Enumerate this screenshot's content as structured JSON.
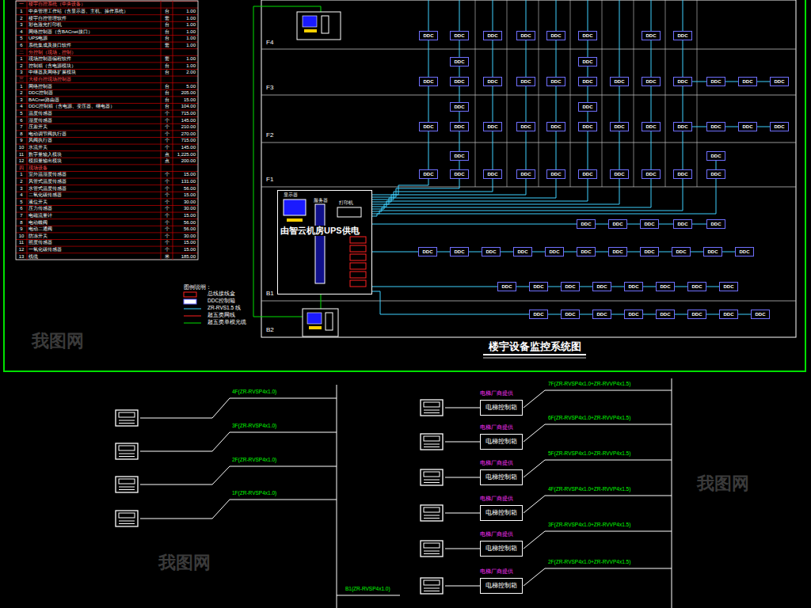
{
  "diagram": {
    "title": "楼宇设备监控系统图",
    "nodes": [
      {
        "text": [
          "DDC"
        ]
      },
      {
        "text": [
          "DDC"
        ]
      },
      {
        "text": [
          "DDC"
        ]
      },
      {
        "text": [
          "DDC"
        ]
      },
      {
        "text": [
          "DDC"
        ]
      },
      {
        "text": [
          "DDC"
        ]
      },
      {
        "text": [
          "DDC"
        ]
      },
      {
        "text": [
          "DDC"
        ]
      },
      {
        "text": [
          "DDC"
        ]
      },
      {
        "text": [
          "DDC"
        ]
      },
      {
        "text": [
          "DDC"
        ]
      },
      {
        "text": [
          "DDC"
        ]
      },
      {
        "text": [
          "DDC"
        ]
      },
      {
        "text": [
          "DDC"
        ]
      },
      {
        "text": [
          "DDC"
        ]
      },
      {
        "text": [
          "DDC"
        ]
      },
      {
        "text": [
          "DDC"
        ]
      },
      {
        "text": [
          "DDC"
        ]
      },
      {
        "text": [
          "DDC"
        ]
      },
      {
        "text": [
          "DDC"
        ]
      },
      {
        "text": [
          "DDC"
        ]
      },
      {
        "text": [
          "DDC"
        ]
      },
      {
        "text": [
          "DDC"
        ]
      },
      {
        "text": [
          "DDC"
        ]
      },
      {
        "text": [
          "DDC"
        ]
      },
      {
        "text": [
          "DDC"
        ]
      },
      {
        "text": [
          "DDC"
        ]
      },
      {
        "text": [
          "DDC"
        ]
      },
      {
        "text": [
          "DDC"
        ]
      },
      {
        "text": [
          "DDC"
        ]
      },
      {
        "text": [
          "DDC"
        ]
      },
      {
        "text": [
          "DDC"
        ]
      },
      {
        "text": [
          "DDC"
        ]
      },
      {
        "text": [
          "DDC"
        ]
      },
      {
        "text": [
          "DDC"
        ]
      },
      {
        "text": [
          "DDC"
        ]
      },
      {
        "text": [
          "DDC"
        ]
      },
      {
        "text": [
          "DDC"
        ]
      },
      {
        "text": [
          "DDC"
        ]
      },
      {
        "text": [
          "DDC"
        ]
      },
      {
        "text": [
          "DDC"
        ]
      },
      {
        "text": [
          "DDC"
        ]
      },
      {
        "text": [
          "DDC"
        ]
      },
      {
        "text": [
          "DDC"
        ]
      },
      {
        "text": [
          "DDC"
        ]
      },
      {
        "text": [
          "DDC"
        ]
      },
      {
        "text": [
          "DDC"
        ]
      },
      {
        "text": [
          "DDC"
        ]
      },
      {
        "text": [
          "由智云机房UPS供电"
        ]
      },
      {
        "text": [
          "DDC"
        ]
      },
      {
        "text": [
          "DDC"
        ]
      },
      {
        "text": [
          "DDC"
        ]
      },
      {
        "text": [
          "DDC"
        ]
      },
      {
        "text": [
          "DDC"
        ]
      },
      {
        "text": [
          "DDC"
        ]
      },
      {
        "text": [
          "DDC"
        ]
      },
      {
        "text": [
          "DDC"
        ]
      },
      {
        "text": [
          "DDC"
        ]
      },
      {
        "text": [
          "DDC"
        ]
      },
      {
        "text": [
          "DDC"
        ]
      },
      {
        "text": [
          "DDC"
        ]
      },
      {
        "text": [
          "DDC"
        ]
      },
      {
        "text": [
          "DDC"
        ]
      },
      {
        "text": [
          "DDC"
        ]
      },
      {
        "text": [
          "DDC"
        ]
      },
      {
        "text": [
          "DDC"
        ]
      },
      {
        "text": [
          "DDC"
        ]
      },
      {
        "text": [
          "DDC"
        ]
      },
      {
        "text": [
          "DDC"
        ]
      },
      {
        "text": [
          "DDC"
        ]
      },
      {
        "text": [
          "DDC"
        ]
      },
      {
        "text": [
          "DDC"
        ]
      },
      {
        "text": [
          "DDC"
        ]
      },
      {
        "text": [
          "DDC"
        ]
      },
      {
        "text": [
          "DDC"
        ]
      },
      {
        "text": [
          "DDC"
        ]
      },
      {
        "text": [
          "DDC"
        ]
      },
      {
        "text": [
          "DDC"
        ]
      },
      {
        "text": [
          "DDC"
        ]
      },
      {
        "text": [
          "DDC"
        ]
      },
      {
        "text": [
          "DDC"
        ]
      },
      {
        "text": [
          "电梯厂商提供",
          "电梯控制箱"
        ]
      },
      {
        "text": [
          "电梯厂商提供",
          "电梯控制箱"
        ]
      },
      {
        "text": [
          "电梯厂商提供",
          "电梯控制箱"
        ]
      },
      {
        "text": [
          "电梯厂商提供",
          "电梯控制箱"
        ]
      },
      {
        "text": [
          "电梯厂商提供",
          "电梯控制箱"
        ]
      },
      {
        "text": [
          "电梯厂商提供",
          "电梯控制箱"
        ]
      }
    ],
    "edges": [
      {
        "from": 0,
        "to": 10,
        "arrow": "none"
      },
      {
        "from": 10,
        "to": 24,
        "arrow": "none"
      },
      {
        "from": 24,
        "to": 38,
        "arrow": "none"
      },
      {
        "from": 1,
        "to": 8,
        "arrow": "none"
      },
      {
        "from": 8,
        "to": 11,
        "arrow": "none"
      },
      {
        "from": 11,
        "to": 22,
        "arrow": "none"
      },
      {
        "from": 22,
        "to": 25,
        "arrow": "none"
      },
      {
        "from": 25,
        "to": 36,
        "arrow": "none"
      },
      {
        "from": 36,
        "to": 39,
        "arrow": "none"
      },
      {
        "from": 2,
        "to": 12,
        "arrow": "none"
      },
      {
        "from": 12,
        "to": 26,
        "arrow": "none"
      },
      {
        "from": 26,
        "to": 40,
        "arrow": "none"
      },
      {
        "from": 3,
        "to": 13,
        "arrow": "none"
      },
      {
        "from": 13,
        "to": 27,
        "arrow": "none"
      },
      {
        "from": 27,
        "to": 41,
        "arrow": "none"
      },
      {
        "from": 4,
        "to": 14,
        "arrow": "none"
      },
      {
        "from": 14,
        "to": 28,
        "arrow": "none"
      },
      {
        "from": 28,
        "to": 42,
        "arrow": "none"
      },
      {
        "from": 5,
        "to": 9,
        "arrow": "none"
      },
      {
        "from": 9,
        "to": 15,
        "arrow": "none"
      },
      {
        "from": 15,
        "to": 23,
        "arrow": "none"
      },
      {
        "from": 23,
        "to": 29,
        "arrow": "none"
      },
      {
        "from": 29,
        "to": 43,
        "arrow": "none"
      },
      {
        "from": 16,
        "to": 30,
        "arrow": "none"
      },
      {
        "from": 30,
        "to": 44,
        "arrow": "none"
      },
      {
        "from": 6,
        "to": 17,
        "arrow": "none"
      },
      {
        "from": 17,
        "to": 31,
        "arrow": "none"
      },
      {
        "from": 31,
        "to": 45,
        "arrow": "none"
      },
      {
        "from": 7,
        "to": 18,
        "arrow": "none"
      },
      {
        "from": 18,
        "to": 32,
        "arrow": "none"
      },
      {
        "from": 32,
        "to": 46,
        "arrow": "none"
      },
      {
        "from": 37,
        "to": 47,
        "arrow": "none"
      },
      {
        "from": 18,
        "to": 19,
        "arrow": "none"
      },
      {
        "from": 19,
        "to": 20,
        "arrow": "none"
      },
      {
        "from": 20,
        "to": 21,
        "arrow": "none"
      },
      {
        "from": 32,
        "to": 33,
        "arrow": "none"
      },
      {
        "from": 33,
        "to": 34,
        "arrow": "none"
      },
      {
        "from": 34,
        "to": 35,
        "arrow": "none"
      },
      {
        "from": 48,
        "to": 38,
        "arrow": "none"
      },
      {
        "from": 48,
        "to": 39,
        "arrow": "none"
      },
      {
        "from": 48,
        "to": 40,
        "arrow": "none"
      },
      {
        "from": 48,
        "to": 41,
        "arrow": "none"
      },
      {
        "from": 48,
        "to": 42,
        "arrow": "none"
      },
      {
        "from": 48,
        "to": 43,
        "arrow": "none"
      },
      {
        "from": 48,
        "to": 44,
        "arrow": "none"
      },
      {
        "from": 48,
        "to": 45,
        "arrow": "none"
      },
      {
        "from": 48,
        "to": 46,
        "arrow": "none"
      },
      {
        "from": 48,
        "to": 47,
        "arrow": "none"
      },
      {
        "from": 48,
        "to": 49,
        "arrow": "none"
      },
      {
        "from": 49,
        "to": 50,
        "arrow": "none"
      },
      {
        "from": 50,
        "to": 51,
        "arrow": "none"
      },
      {
        "from": 51,
        "to": 52,
        "arrow": "none"
      },
      {
        "from": 52,
        "to": 53,
        "arrow": "none"
      },
      {
        "from": 48,
        "to": 54,
        "arrow": "none"
      },
      {
        "from": 54,
        "to": 55,
        "arrow": "none"
      },
      {
        "from": 55,
        "to": 56,
        "arrow": "none"
      },
      {
        "from": 56,
        "to": 57,
        "arrow": "none"
      },
      {
        "from": 57,
        "to": 58,
        "arrow": "none"
      },
      {
        "from": 58,
        "to": 59,
        "arrow": "none"
      },
      {
        "from": 59,
        "to": 60,
        "arrow": "none"
      },
      {
        "from": 60,
        "to": 61,
        "arrow": "none"
      },
      {
        "from": 61,
        "to": 62,
        "arrow": "none"
      },
      {
        "from": 62,
        "to": 63,
        "arrow": "none"
      },
      {
        "from": 63,
        "to": 64,
        "arrow": "none"
      },
      {
        "from": 48,
        "to": 65,
        "arrow": "none"
      },
      {
        "from": 65,
        "to": 66,
        "arrow": "none"
      },
      {
        "from": 66,
        "to": 67,
        "arrow": "none"
      },
      {
        "from": 67,
        "to": 68,
        "arrow": "none"
      },
      {
        "from": 68,
        "to": 69,
        "arrow": "none"
      },
      {
        "from": 69,
        "to": 70,
        "arrow": "none"
      },
      {
        "from": 70,
        "to": 71,
        "arrow": "none"
      },
      {
        "from": 71,
        "to": 72,
        "arrow": "none"
      },
      {
        "from": 48,
        "to": 73,
        "arrow": "none"
      },
      {
        "from": 73,
        "to": 74,
        "arrow": "none"
      },
      {
        "from": 74,
        "to": 75,
        "arrow": "none"
      },
      {
        "from": 75,
        "to": 76,
        "arrow": "none"
      },
      {
        "from": 76,
        "to": 77,
        "arrow": "none"
      },
      {
        "from": 77,
        "to": 78,
        "arrow": "none"
      },
      {
        "from": 78,
        "to": 79,
        "arrow": "none"
      },
      {
        "from": 79,
        "to": 80,
        "arrow": "none"
      }
    ],
    "labels": [
      "F4",
      "F3",
      "F2",
      "F1",
      "B1",
      "B2",
      "显示器",
      "服务器",
      "打印机",
      "图例说明：",
      "一",
      "楼宇自控系统（中央设备）",
      "1",
      "中央管理工作站（含显示器、主机、操作系统）",
      "台",
      "1.00",
      "2",
      "楼宇自控管理软件",
      "套",
      "1.00",
      "3",
      "彩色激光打印机",
      "台",
      "1.00",
      "4",
      "网络控制器（含BACnet接口）",
      "台",
      "1.00",
      "5",
      "UPS电源",
      "台",
      "1.00",
      "6",
      "系统集成及接口软件",
      "套",
      "1.00",
      "二",
      "分控制（现场，控制）",
      "1",
      "现场控制器编程软件",
      "套",
      "1.00",
      "2",
      "控制箱（含电源模块）",
      "台",
      "1.00",
      "3",
      "中继器及网络扩展模块",
      "台",
      "2.00",
      "三",
      "大楼自控现场控制器",
      "1",
      "网络控制器",
      "台",
      "5.00",
      "2",
      "DDC控制器",
      "台",
      "205.00",
      "3",
      "BACnet路由器",
      "台",
      "15.00",
      "4",
      "DDC控制箱（含电源、变压器、继电器）",
      "台",
      "104.00",
      "5",
      "温度传感器",
      "个",
      "715.00",
      "6",
      "湿度传感器",
      "个",
      "145.00",
      "7",
      "压差开关",
      "个",
      "210.00",
      "8",
      "电动调节阀执行器",
      "个",
      "270.00",
      "9",
      "风阀执行器",
      "个",
      "715.00",
      "10",
      "水流开关",
      "个",
      "145.00",
      "11",
      "数字量输入模块",
      "点",
      "1,225.00",
      "12",
      "模拟量输出模块",
      "点",
      "200.00",
      "四",
      "现场设备",
      "1",
      "室外温湿度传感器",
      "个",
      "15.00",
      "2",
      "风管式温度传感器",
      "个",
      "131.00",
      "3",
      "水管式温度传感器",
      "个",
      "56.00",
      "4",
      "二氧化碳传感器",
      "个",
      "15.00",
      "5",
      "液位开关",
      "个",
      "30.00",
      "6",
      "压力传感器",
      "个",
      "30.00",
      "7",
      "电磁流量计",
      "个",
      "15.00",
      "8",
      "电动蝶阀",
      "个",
      "56.00",
      "9",
      "电动二通阀",
      "个",
      "56.00",
      "10",
      "防冻开关",
      "个",
      "30.00",
      "11",
      "照度传感器",
      "个",
      "15.00",
      "12",
      "一氧化碳传感器",
      "个",
      "15.00",
      "13",
      "线缆",
      "米",
      "185.00",
      "4F(ZR-RVSP4x1.0)",
      "3F(ZR-RVSP4x1.0)",
      "2F(ZR-RVSP4x1.0)",
      "1F(ZR-RVSP4x1.0)",
      "B1(ZR-RVSP4x1.0)",
      "7F(ZR-RVSP4x1.0+ZR-RVVP4x1.5)",
      "6F(ZR-RVSP4x1.0+ZR-RVVP4x1.5)",
      "5F(ZR-RVSP4x1.0+ZR-RVVP4x1.5)",
      "4F(ZR-RVSP4x1.0+ZR-RVVP4x1.5)",
      "3F(ZR-RVSP4x1.0+ZR-RVVP4x1.5)",
      "2F(ZR-RVSP4x1.0+ZR-RVVP4x1.5)",
      "我图网",
      "我图网",
      "我图网"
    ],
    "legend": [
      {
        "text": "总线接线盒"
      },
      {
        "text": "DDC控制箱"
      },
      {
        "text": "ZR-RVS1.5 线"
      },
      {
        "text": "超五类网线"
      },
      {
        "text": "超五类单模光缆"
      }
    ]
  }
}
